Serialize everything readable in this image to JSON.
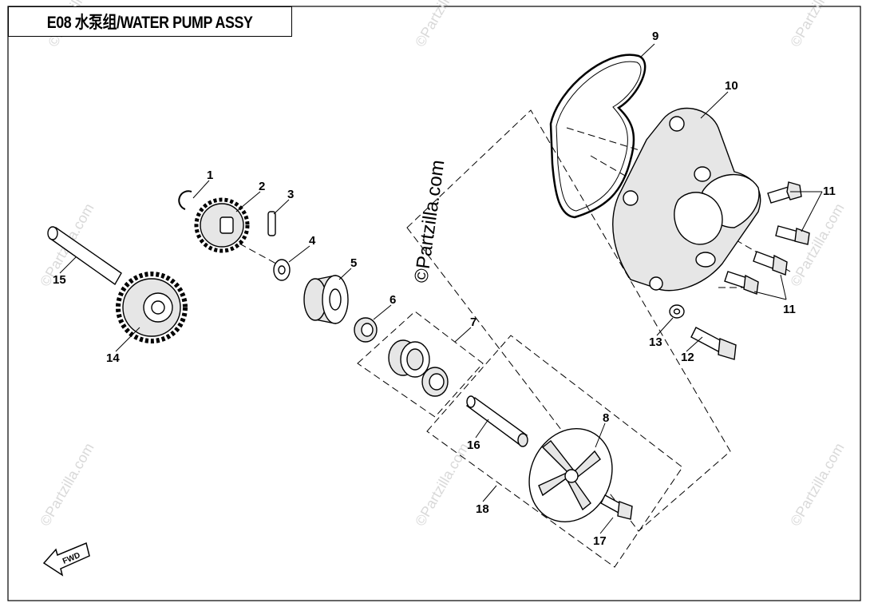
{
  "title": "E08 水泵组/WATER PUMP ASSY",
  "watermark": "©Partzilla.com",
  "fwd_label": "FWD",
  "callouts": [
    "1",
    "2",
    "3",
    "4",
    "5",
    "6",
    "7",
    "8",
    "9",
    "10",
    "11",
    "11",
    "12",
    "13",
    "14",
    "15",
    "16",
    "17",
    "18"
  ]
}
